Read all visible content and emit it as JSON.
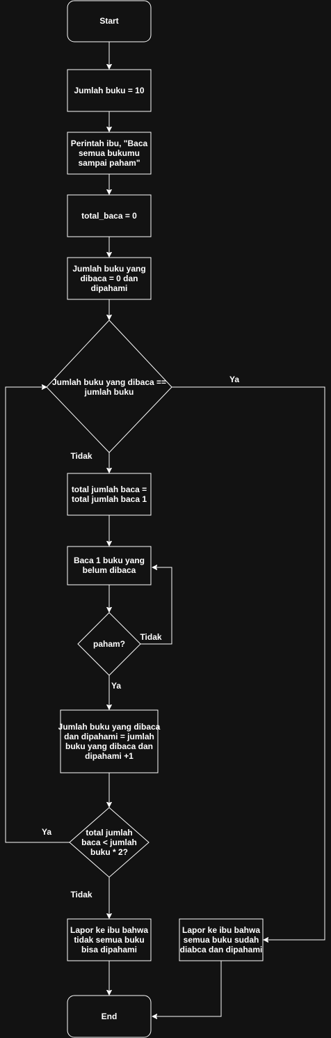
{
  "nodes": {
    "start": {
      "lines": [
        "Start"
      ]
    },
    "jumlah_buku": {
      "lines": [
        "Jumlah buku = 10"
      ]
    },
    "perintah_ibu": {
      "lines": [
        "Perintah ibu, \"Baca",
        "semua bukumu",
        "sampai paham\""
      ]
    },
    "total_baca": {
      "lines": [
        "total_baca = 0"
      ]
    },
    "dibaca_init": {
      "lines": [
        "Jumlah buku yang",
        "dibaca = 0 dan",
        "dipahami"
      ]
    },
    "cond_all_read": {
      "lines": [
        "Jumlah buku yang dibaca  ==",
        "jumlah buku"
      ]
    },
    "increment_total": {
      "lines": [
        "total jumlah baca =",
        "total jumlah baca  1"
      ]
    },
    "read_one": {
      "lines": [
        "Baca 1 buku yang",
        "belum dibaca"
      ]
    },
    "cond_paham": {
      "lines": [
        "paham?"
      ]
    },
    "increment_dipahami": {
      "lines": [
        "Jumlah buku yang dibaca",
        "dan dipahami = jumlah",
        "buku yang dibaca dan",
        "dipahami +1"
      ]
    },
    "cond_total": {
      "lines": [
        "total jumlah",
        "baca < jumlah",
        "buku * 2?"
      ]
    },
    "report_fail": {
      "lines": [
        "Lapor ke ibu bahwa",
        "tidak semua buku",
        "bisa dipahami"
      ]
    },
    "report_success": {
      "lines": [
        "Lapor ke ibu bahwa",
        "semua buku sudah",
        "diabca dan dipahami"
      ]
    },
    "end": {
      "lines": [
        "End"
      ]
    }
  },
  "edge_labels": {
    "all_read_yes": "Ya",
    "all_read_no": "Tidak",
    "paham_no": "Tidak",
    "paham_yes": "Ya",
    "total_yes": "Ya",
    "total_no": "Tidak"
  },
  "colors": {
    "background": "#121212",
    "stroke": "#ffffff",
    "text": "#ffffff"
  }
}
